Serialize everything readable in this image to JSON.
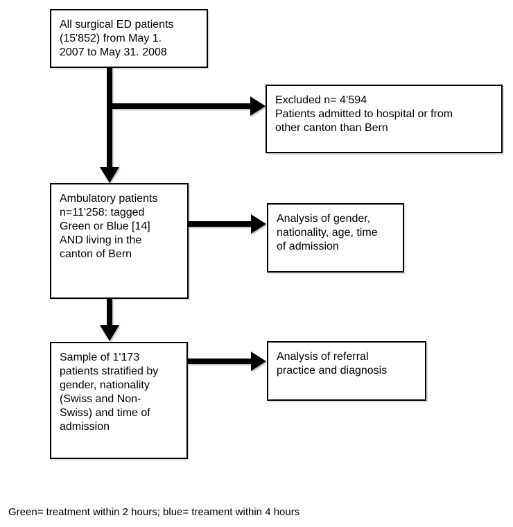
{
  "diagram": {
    "boxes": [
      {
        "id": "all-patients",
        "text": "All surgical ED patients\n(15'852) from May 1.\n2007 to May 31. 2008"
      },
      {
        "id": "excluded",
        "text": "Excluded n= 4’594\nPatients admitted to hospital or from\nother canton than Bern"
      },
      {
        "id": "ambulatory",
        "text": "Ambulatory patients\nn=11'258: tagged\nGreen or Blue [14]\nAND living in the\ncanton of Bern"
      },
      {
        "id": "analysis-demographics",
        "text": "Analysis of gender,\nnationality, age, time\nof admission"
      },
      {
        "id": "sample",
        "text": "Sample of 1'173\npatients stratified by\ngender, nationality\n(Swiss and Non-\nSwiss) and time of\nadmission"
      },
      {
        "id": "analysis-referral",
        "text": "Analysis of referral\npractice and diagnosis"
      }
    ],
    "footnote": "Green= treatment within 2 hours; blue= treament within 4 hours",
    "colors": {
      "box_border": "#000000",
      "box_fill": "#ffffff",
      "arrow": "#000000",
      "text": "#000000",
      "background": "#ffffff"
    }
  }
}
